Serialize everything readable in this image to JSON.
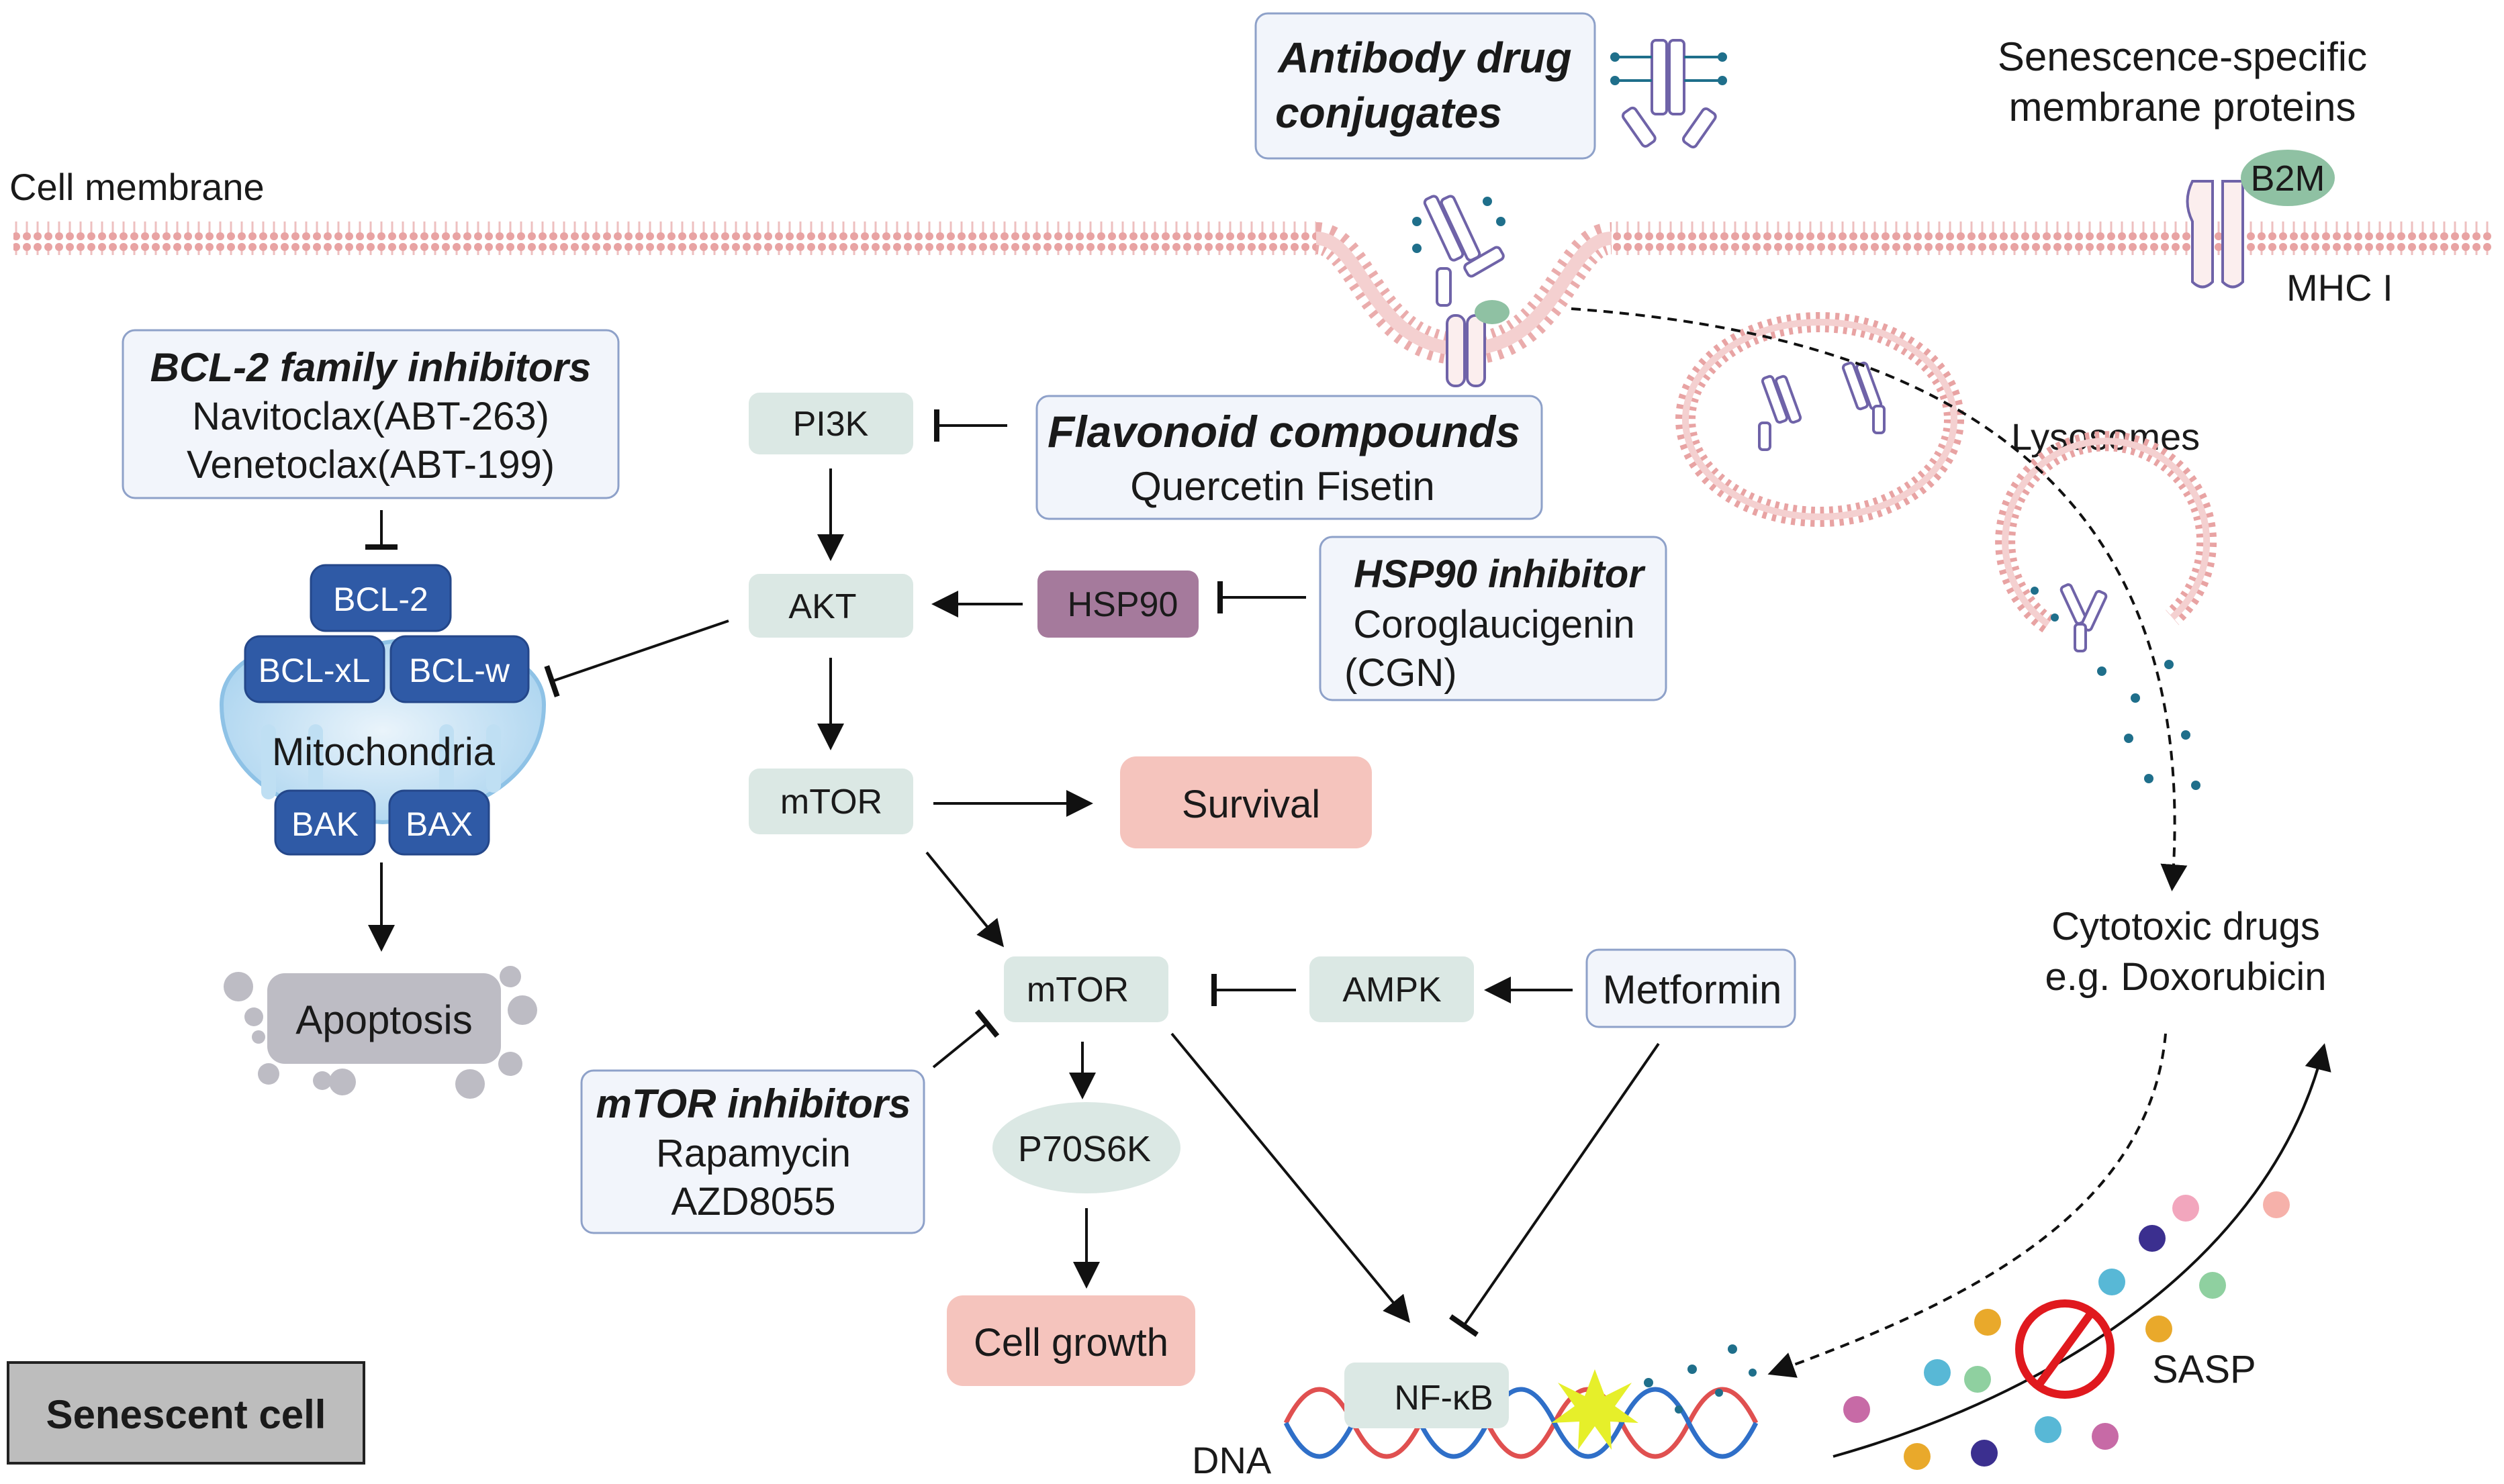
{
  "labels": {
    "cell_membrane": "Cell membrane",
    "senescence_proteins": [
      "Senescence-specific",
      "membrane proteins"
    ],
    "b2m": "B2M",
    "mhc1": "MHC I",
    "lysosomes": "Lysosomes",
    "dna": "DNA",
    "sasp": "SASP"
  },
  "boxes": {
    "adc": {
      "title_lines": [
        "Antibody drug",
        "conjugates"
      ]
    },
    "bcl2_inhibitors": {
      "title": "BCL-2 family inhibitors",
      "lines": [
        "Navitoclax(ABT-263)",
        "Venetoclax(ABT-199)"
      ]
    },
    "flavonoid": {
      "title": "Flavonoid compounds",
      "lines": [
        "Quercetin Fisetin"
      ]
    },
    "hsp90_inhibitor": {
      "title": "HSP90 inhibitor",
      "lines": [
        "Coroglaucigenin",
        "(CGN)"
      ]
    },
    "mtor_inhibitors": {
      "title": "mTOR inhibitors",
      "lines": [
        "Rapamycin",
        "AZD8055"
      ]
    },
    "metformin": "Metformin",
    "cytotoxic": [
      "Cytotoxic drugs",
      "e.g. Doxorubicin"
    ],
    "senescent_cell": "Senescent cell"
  },
  "nodes": {
    "pi3k": "PI3K",
    "akt": "AKT",
    "mtor1": "mTOR",
    "mtor2": "mTOR",
    "hsp90": "HSP90",
    "ampk": "AMPK",
    "p70s6k": "P70S6K",
    "nfkb": "NF-κB",
    "survival": "Survival",
    "cell_growth": "Cell growth",
    "apoptosis": "Apoptosis",
    "bcl2": "BCL-2",
    "bclxl": "BCL-xL",
    "bclw": "BCL-w",
    "bak": "BAK",
    "bax": "BAX",
    "mitochondria": "Mitochondria"
  },
  "colors": {
    "membrane": "#e8a3a3",
    "node_green": "#dbe8e4",
    "node_blue": "#2f5aa6",
    "hsp90": "#a57a9c",
    "outcome_pink": "#f5c4bd",
    "apoptosis_gray": "#bdbcc4",
    "info_box_fill": "#f2f5fb",
    "info_box_stroke": "#8ea1c9",
    "prohibit_red": "#e0191e"
  }
}
